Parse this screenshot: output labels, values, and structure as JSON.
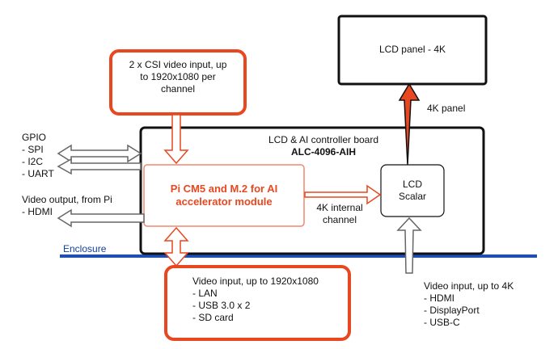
{
  "colors": {
    "accent": "#e8471f",
    "accent_light": "#ef8a6f",
    "enclosure": "#1a4fc4",
    "outline": "#111111",
    "hollow_arrow": "#666666"
  },
  "csi_box": {
    "lines": [
      "2 x CSI video input, up",
      "to 1920x1080 per",
      "channel"
    ]
  },
  "lcd_panel": {
    "label": "LCD panel - 4K"
  },
  "panel_link": {
    "label": "4K panel"
  },
  "controller": {
    "title": "LCD & AI controller board",
    "model": "ALC-4096-AIH"
  },
  "pi_module": {
    "lines": [
      "Pi CM5 and M.2 for AI",
      "accelerator module"
    ]
  },
  "scalar": {
    "lines": [
      "LCD",
      "Scalar"
    ]
  },
  "internal_link": {
    "lines": [
      "4K internal",
      "channel"
    ]
  },
  "gpio": {
    "lines": [
      "GPIO",
      "- SPI",
      "- I2C",
      "- UART"
    ]
  },
  "video_out": {
    "lines": [
      "Video output, from Pi",
      "- HDMI"
    ]
  },
  "enclosure": {
    "label": "Enclosure"
  },
  "pi_inputs": {
    "lines": [
      "Video input, up to 1920x1080",
      "- LAN",
      "- USB 3.0 x 2",
      "- SD card"
    ]
  },
  "video_in_4k": {
    "lines": [
      "Video input, up to 4K",
      "- HDMI",
      "- DisplayPort",
      "- USB-C"
    ]
  }
}
